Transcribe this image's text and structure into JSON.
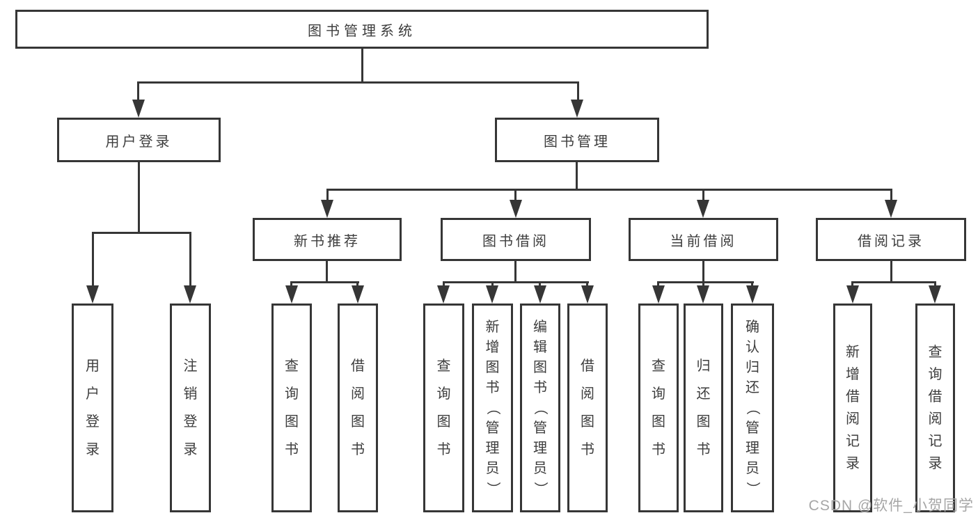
{
  "root": {
    "label": "图书管理系统"
  },
  "level2": [
    {
      "label": "用户登录"
    },
    {
      "label": "图书管理"
    }
  ],
  "level3": [
    {
      "label": "新书推荐"
    },
    {
      "label": "图书借阅"
    },
    {
      "label": "当前借阅"
    },
    {
      "label": "借阅记录"
    }
  ],
  "leaves": {
    "user_login": [
      {
        "label": "用户登录"
      },
      {
        "label": "注销登录"
      }
    ],
    "new_book_recommend": [
      {
        "label": "查询图书"
      },
      {
        "label": "借阅图书"
      }
    ],
    "book_borrow": [
      {
        "label": "查询图书"
      },
      {
        "label": "新增图书（管理员）"
      },
      {
        "label": "编辑图书（管理员）"
      },
      {
        "label": "借阅图书"
      }
    ],
    "current_borrow": [
      {
        "label": "查询图书"
      },
      {
        "label": "归还图书"
      },
      {
        "label": "确认归还（管理员）"
      }
    ],
    "borrow_records": [
      {
        "label": "新增借阅记录"
      },
      {
        "label": "查询借阅记录"
      }
    ]
  },
  "watermark": {
    "text": "CSDN @软件_小贺同学"
  },
  "colors": {
    "line": "#363636",
    "box_background": "#ffffff",
    "page_background": "#ffffff",
    "watermark": "#a6a6a6"
  }
}
